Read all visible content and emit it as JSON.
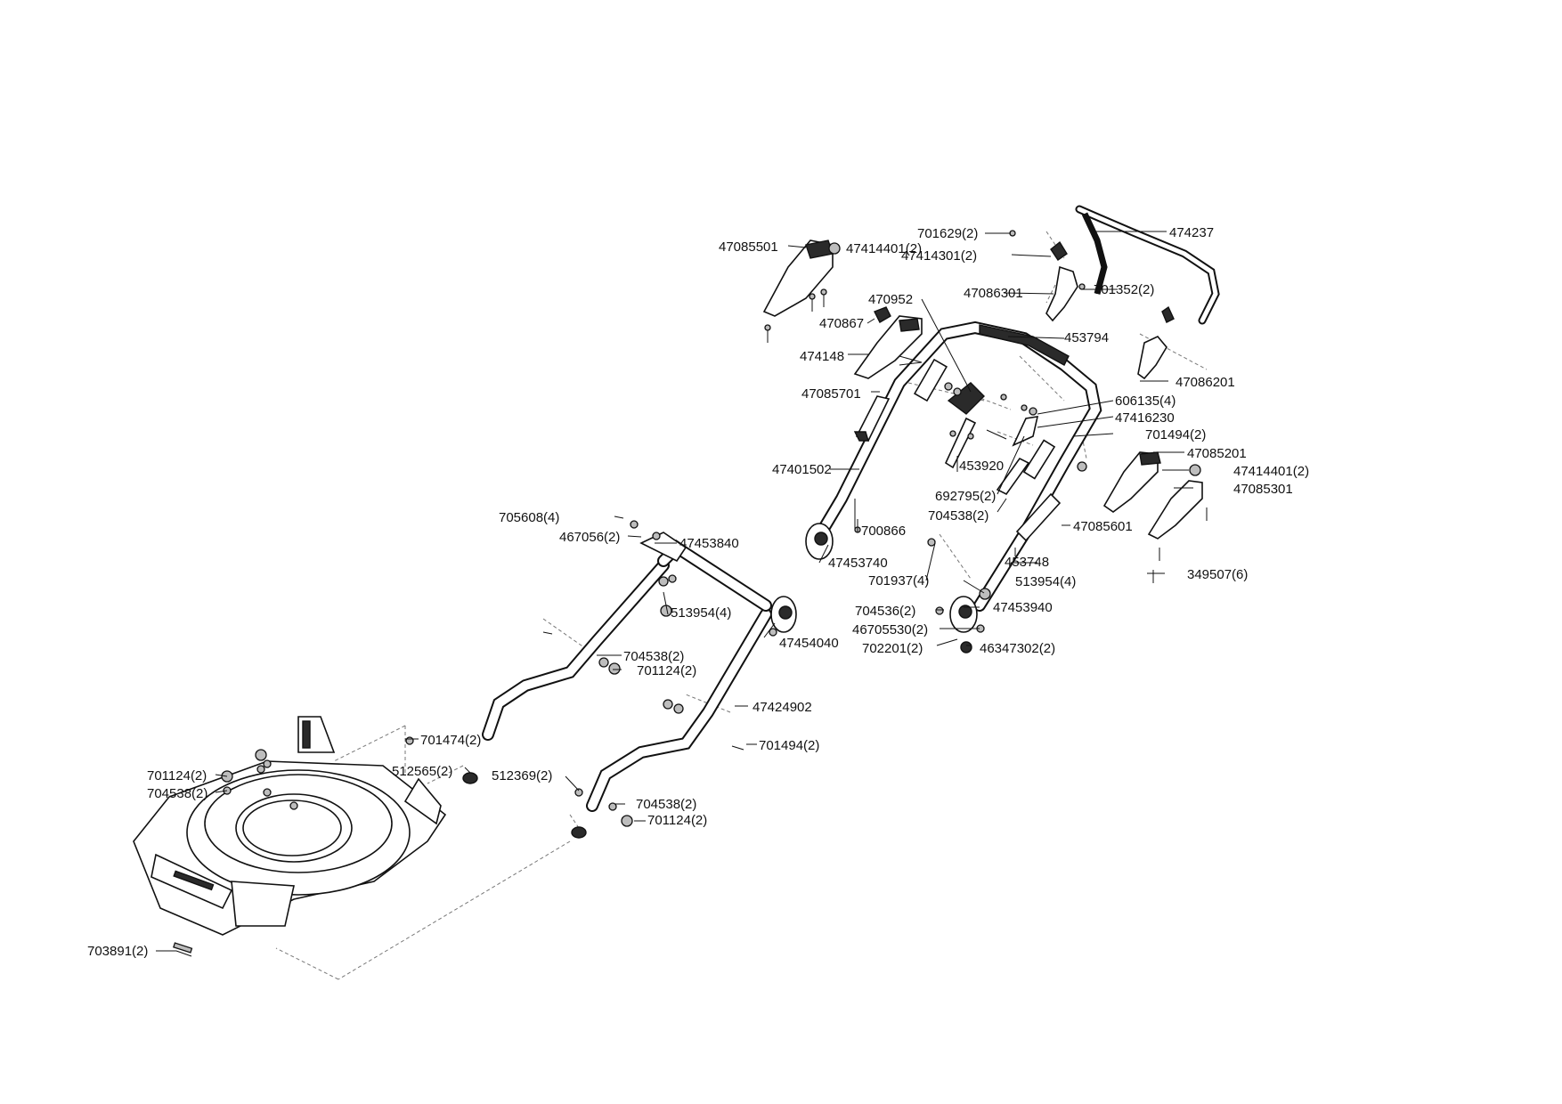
{
  "labels": [
    {
      "id": "p474237",
      "text": "474237"
    },
    {
      "id": "p701629",
      "text": "701629(2)"
    },
    {
      "id": "p47414301",
      "text": "47414301(2)"
    },
    {
      "id": "p47085501",
      "text": "47085501"
    },
    {
      "id": "p47414401a",
      "text": "47414401(2)"
    },
    {
      "id": "p470952",
      "text": "470952"
    },
    {
      "id": "p47086301",
      "text": "47086301"
    },
    {
      "id": "p701352",
      "text": "701352(2)"
    },
    {
      "id": "p470867",
      "text": "470867"
    },
    {
      "id": "p453794",
      "text": "453794"
    },
    {
      "id": "p474148",
      "text": "474148"
    },
    {
      "id": "p47086201",
      "text": "47086201"
    },
    {
      "id": "p47085701",
      "text": "47085701"
    },
    {
      "id": "p606135",
      "text": "606135(4)"
    },
    {
      "id": "p47416230",
      "text": "47416230"
    },
    {
      "id": "p701494a",
      "text": "701494(2)"
    },
    {
      "id": "p453920",
      "text": "453920"
    },
    {
      "id": "p47085201",
      "text": "47085201"
    },
    {
      "id": "p47401502",
      "text": "47401502"
    },
    {
      "id": "p47414401b",
      "text": "47414401(2)"
    },
    {
      "id": "p47085301",
      "text": "47085301"
    },
    {
      "id": "p692795",
      "text": "692795(2)"
    },
    {
      "id": "p704538a",
      "text": "704538(2)"
    },
    {
      "id": "p47085601",
      "text": "47085601"
    },
    {
      "id": "p705608",
      "text": "705608(4)"
    },
    {
      "id": "p700866",
      "text": "700866"
    },
    {
      "id": "p467056",
      "text": "467056(2)"
    },
    {
      "id": "p47453840",
      "text": "47453840"
    },
    {
      "id": "p453748",
      "text": "453748"
    },
    {
      "id": "p47453740",
      "text": "47453740"
    },
    {
      "id": "p349507",
      "text": "349507(6)"
    },
    {
      "id": "p701937",
      "text": "701937(4)"
    },
    {
      "id": "p513954a",
      "text": "513954(4)"
    },
    {
      "id": "p513954b",
      "text": "513954(4)"
    },
    {
      "id": "p704536",
      "text": "704536(2)"
    },
    {
      "id": "p47453940",
      "text": "47453940"
    },
    {
      "id": "p47454040",
      "text": "47454040"
    },
    {
      "id": "p46705530",
      "text": "46705530(2)"
    },
    {
      "id": "p702201",
      "text": "702201(2)"
    },
    {
      "id": "p46347302",
      "text": "46347302(2)"
    },
    {
      "id": "p704538b",
      "text": "704538(2)"
    },
    {
      "id": "p701124a",
      "text": "701124(2)"
    },
    {
      "id": "p47424902",
      "text": "47424902"
    },
    {
      "id": "p701474",
      "text": "701474(2)"
    },
    {
      "id": "p701494b",
      "text": "701494(2)"
    },
    {
      "id": "p701124b",
      "text": "701124(2)"
    },
    {
      "id": "p512565",
      "text": "512565(2)"
    },
    {
      "id": "p512369",
      "text": "512369(2)"
    },
    {
      "id": "p704538c",
      "text": "704538(2)"
    },
    {
      "id": "p704538d",
      "text": "704538(2)"
    },
    {
      "id": "p701124c",
      "text": "701124(2)"
    },
    {
      "id": "p703891",
      "text": "703891(2)"
    }
  ]
}
